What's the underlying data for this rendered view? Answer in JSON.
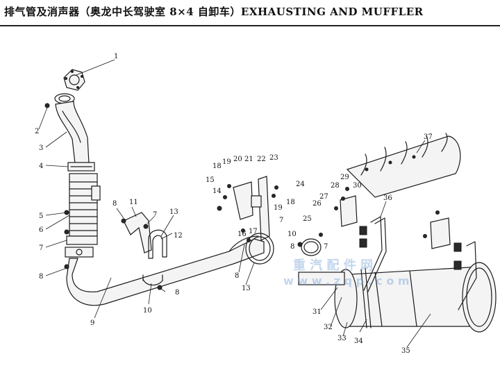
{
  "title": "排气管及消声器（奥龙中长驾驶室 8×4 自卸车）EXHAUSTING AND MUFFLER",
  "watermark": {
    "line1": "重 汽 配 件 网",
    "line2": "w w w . z q p . c o m"
  },
  "callouts": [
    "1",
    "2",
    "3",
    "4",
    "5",
    "6",
    "7",
    "8",
    "9",
    "10",
    "11",
    "12",
    "13",
    "14",
    "15",
    "16",
    "17",
    "18",
    "19",
    "20",
    "21",
    "22",
    "23",
    "24",
    "25",
    "26",
    "27",
    "28",
    "29",
    "30",
    "31",
    "32",
    "33",
    "34",
    "35",
    "36",
    "37"
  ],
  "colors": {
    "line": "#1a1a1a",
    "watermark": "#7aa5d8"
  }
}
